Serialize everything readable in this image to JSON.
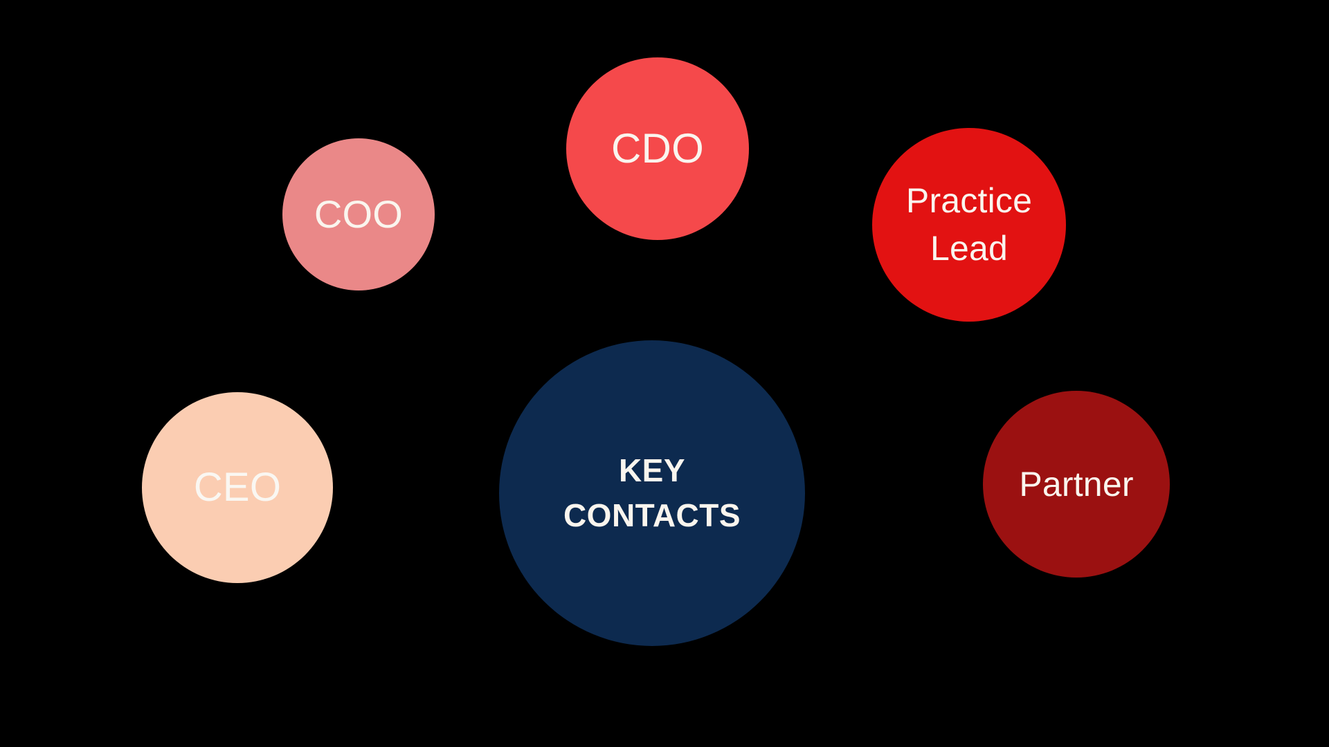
{
  "diagram": {
    "type": "hub-and-spoke-circles",
    "background_color": "#000000",
    "center": {
      "id": "key-contacts",
      "label": "KEY\nCONTACTS",
      "fill_color": "#0D2A4F",
      "text_color": "#FAF5EE"
    },
    "nodes": [
      {
        "id": "coo",
        "label": "COO",
        "fill_color": "#EA8888",
        "text_color": "#FAF5EE"
      },
      {
        "id": "cdo",
        "label": "CDO",
        "fill_color": "#F5494B",
        "text_color": "#FAF5EE"
      },
      {
        "id": "practice-lead",
        "label": "Practice\nLead",
        "fill_color": "#E21212",
        "text_color": "#FAF5EE"
      },
      {
        "id": "ceo",
        "label": "CEO",
        "fill_color": "#FBCDB2",
        "text_color": "#FAF7F2"
      },
      {
        "id": "partner",
        "label": "Partner",
        "fill_color": "#9B1111",
        "text_color": "#FAF5EE"
      }
    ]
  }
}
